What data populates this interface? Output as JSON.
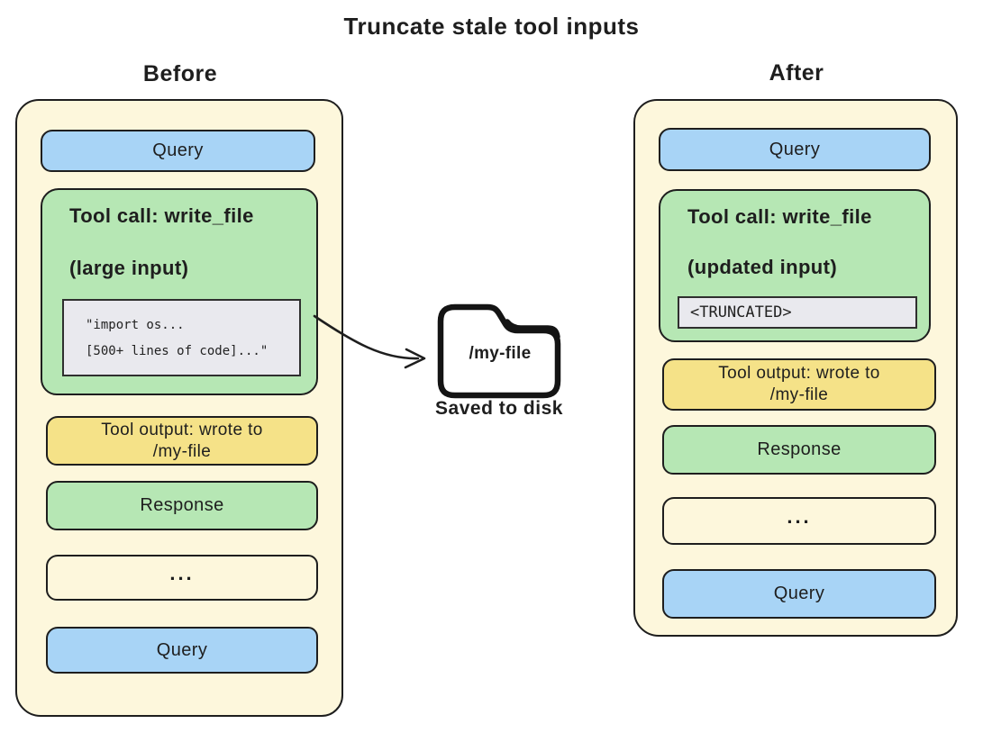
{
  "title": "Truncate stale tool inputs",
  "colors": {
    "panel": "#fdf7dc",
    "blue": "#a8d4f6",
    "green": "#b6e7b4",
    "yellow": "#f5e288",
    "gray": "#e9e9ee",
    "stroke": "#1e1e1e"
  },
  "before": {
    "label": "Before",
    "query_top": "Query",
    "tool_call": {
      "title": "Tool call: write_file",
      "subtitle": "(large input)",
      "code_lines": [
        "\"import os...",
        "[500+ lines of code]...\""
      ]
    },
    "tool_output_lines": [
      "Tool output: wrote to",
      "/my-file"
    ],
    "response": "Response",
    "ellipsis": "...",
    "query_bottom": "Query"
  },
  "disk": {
    "folder_label": "/my-file",
    "caption": "Saved to disk"
  },
  "after": {
    "label": "After",
    "query_top": "Query",
    "tool_call": {
      "title": "Tool call: write_file",
      "subtitle": "(updated input)",
      "code_lines": [
        "<TRUNCATED>"
      ]
    },
    "tool_output_lines": [
      "Tool output: wrote to",
      "/my-file"
    ],
    "response": "Response",
    "ellipsis": "...",
    "query_bottom": "Query"
  }
}
